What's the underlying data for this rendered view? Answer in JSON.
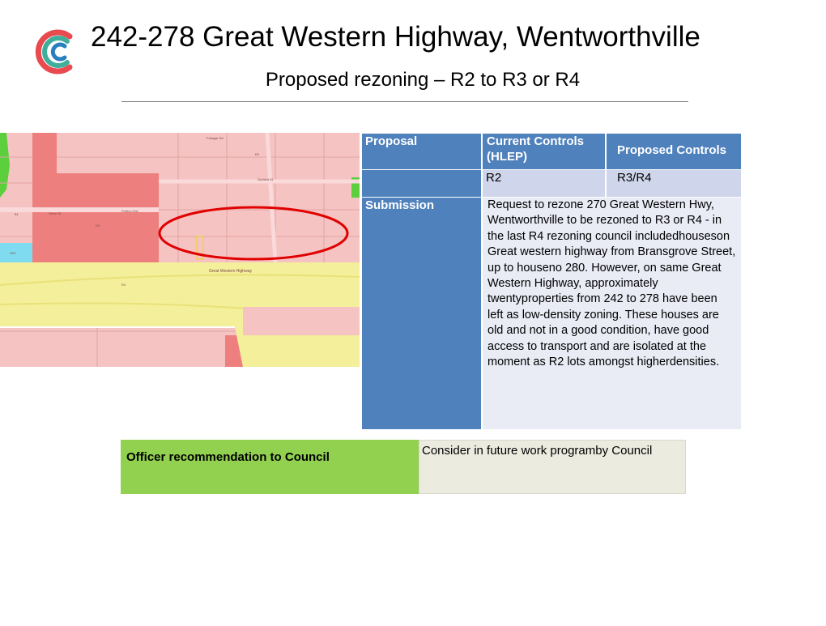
{
  "header": {
    "title": "242-278 Great Western Highway, Wentworthville",
    "subtitle": "Proposed rezoning – R2 to R3 or R4"
  },
  "map": {
    "street_labels": [
      "Great Western Highway",
      "Fullagar Rd",
      "Portico Pde",
      "Garfield St",
      "Veron St",
      "R2",
      "R3",
      "R4",
      "B1",
      "SP2"
    ]
  },
  "table": {
    "headers": [
      "Proposal",
      "Current Controls (HLEP)",
      "Proposed Controls"
    ],
    "zoning_row": {
      "current": "R2",
      "proposed": "R3/R4"
    },
    "submission_label": "Submission",
    "submission_text": "Request to rezone 270 Great Western Hwy, Wentworthville to be rezoned to R3 or R4 - in the last R4 rezoning council includedhouseson Great western highway from Bransgrove Street, up to houseno 280. However, on same Great Western Highway, approximately twentyproperties from 242 to 278 have been left as low-density zoning. These houses are old and not in a good condition, have good access to transport and are isolated at the moment as R2 lots amongst higherdensities."
  },
  "recommendation": {
    "label": "Officer recommendation to Council",
    "value": "Consider in future work programby Council"
  },
  "colors": {
    "header_blue": "#4f81bd",
    "light_blue": "#cfd5ea",
    "pale_blue": "#e9ebf5",
    "green": "#92d050",
    "beige": "#ebebe0",
    "zone_r2": "#f4b8b8",
    "zone_r4": "#ee7f7f",
    "highway": "#f4ef9a",
    "highlight_ellipse": "#e00000"
  }
}
